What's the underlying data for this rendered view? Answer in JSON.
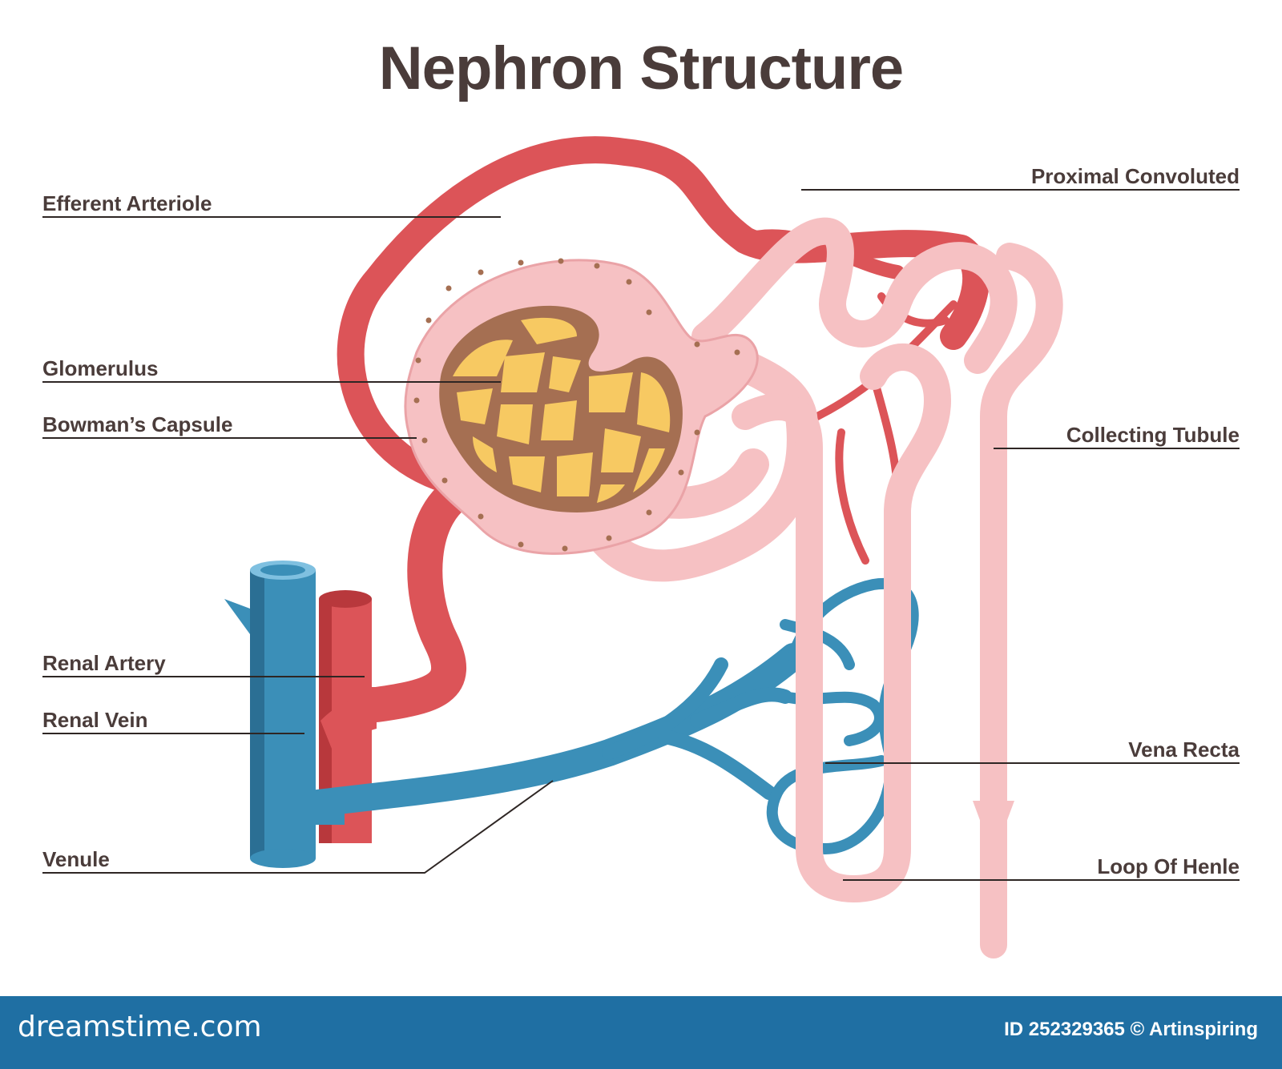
{
  "title": "Nephron Structure",
  "labels": {
    "efferent_arteriole": "Efferent Arteriole",
    "glomerulus": "Glomerulus",
    "bowmans_capsule": "Bowman’s Capsule",
    "renal_artery": "Renal Artery",
    "renal_vein": "Renal Vein",
    "venule": "Venule",
    "proximal_convoluted": "Proximal Convoluted",
    "collecting_tubule": "Collecting Tubule",
    "vena_recta": "Vena Recta",
    "loop_of_henle": "Loop Of Henle"
  },
  "footer": {
    "brand": "dreamstime.com",
    "credit": "ID 252329365 © Artinspiring"
  },
  "colors": {
    "artery": "#dc5458",
    "artery_dark": "#b8383c",
    "vein": "#3b8fb8",
    "vein_dark": "#2b6f94",
    "tubule": "#f6c1c3",
    "tubule_dark": "#eaa3a7",
    "glomerulus_fill": "#f7c962",
    "glomerulus_mesh": "#a56f52",
    "text": "#4a3c3a",
    "footer_bg": "#1f6fa3"
  }
}
